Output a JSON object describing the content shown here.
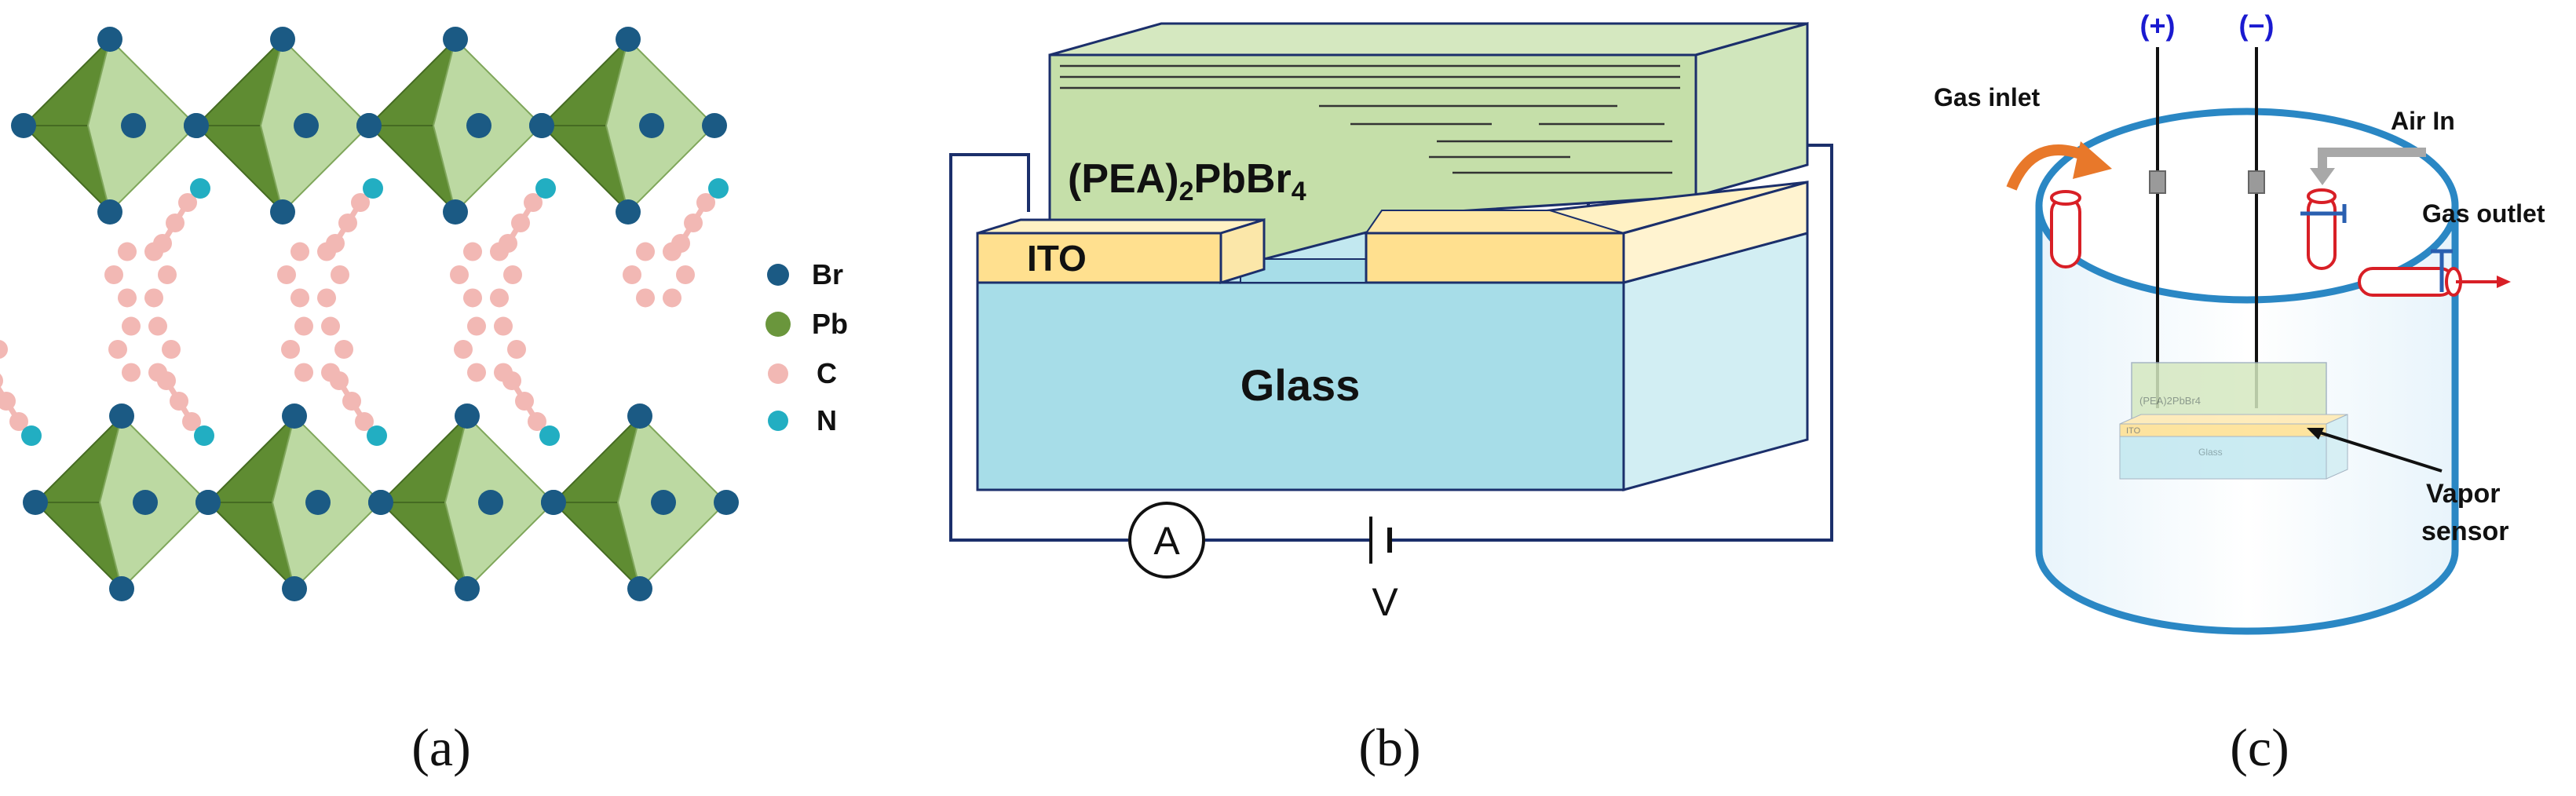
{
  "panel_a": {
    "caption": "(a)",
    "legend": [
      {
        "label": "Br",
        "color": "#1b5a84"
      },
      {
        "label": "Pb",
        "color": "#6a963c"
      },
      {
        "label": "C",
        "color": "#f2b8b4"
      },
      {
        "label": "N",
        "color": "#22aec2"
      }
    ]
  },
  "panel_b": {
    "caption": "(b)",
    "film_label_main": "(PEA)",
    "film_label_sub1": "2",
    "film_label_mid": "PbBr",
    "film_label_sub2": "4",
    "ito_label": "ITO",
    "glass_label": "Glass",
    "ammeter_label": "A",
    "voltage_label": "V"
  },
  "panel_c": {
    "caption": "(c)",
    "plus_label": "(+)",
    "minus_label": "(−)",
    "gas_inlet_label": "Gas inlet",
    "air_in_label": "Air In",
    "gas_outlet_label": "Gas outlet",
    "vapor_label_1": "Vapor",
    "vapor_label_2": "sensor",
    "mini_film_label": "(PEA)2PbBr4",
    "mini_ito_label": "ITO",
    "mini_glass_label": "Glass"
  },
  "colors": {
    "br": "#1b5a84",
    "pb_dark": "#5f8c32",
    "pb_light": "#bcd9a2",
    "carbon": "#f2b8b4",
    "nitrogen": "#22aec2",
    "film": "#c5dfa9",
    "ito": "#ffe08f",
    "glass": "#a7dde8",
    "wire": "#1b2f6b",
    "chamber": "#2a87c4",
    "electrode_label": "#1a1ad0",
    "valve": "#d81f26",
    "arrow_orange": "#e8782a"
  }
}
